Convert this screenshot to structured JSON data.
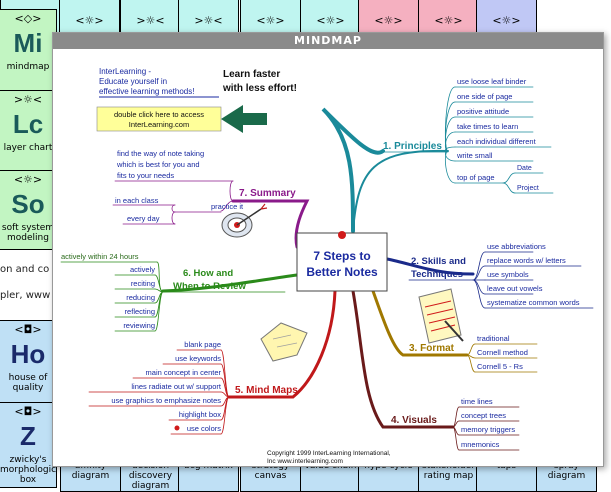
{
  "background": {
    "top_row": [
      {
        "glyph": "<◇>",
        "color": "#bff5f0"
      },
      {
        "glyph": "<☼>",
        "color": "#bff5f0"
      },
      {
        "glyph": ">☼<",
        "color": "#bff5f0"
      },
      {
        "glyph": ">☼<",
        "color": "#bff5f0"
      },
      {
        "glyph": "<☼>",
        "color": "#bff5f0"
      },
      {
        "glyph": "<☼>",
        "color": "#bff5f0"
      },
      {
        "glyph": "<☼>",
        "color": "#f5b0c0"
      },
      {
        "glyph": "<☼>",
        "color": "#f5b0c0"
      },
      {
        "glyph": "<☼>",
        "color": "#c0c8f5"
      }
    ],
    "left_column": [
      {
        "glyph": "<◇>",
        "symbol": "Mi",
        "name": "mindmap",
        "color": "#c2f5c2"
      },
      {
        "glyph": ">☼<",
        "symbol": "Lc",
        "name": "layer chart",
        "color": "#c2f5c2"
      },
      {
        "glyph": "<☼>",
        "symbol": "So",
        "name": "soft system modeling",
        "color": "#c2f5c2"
      },
      {
        "glyph": "<◘>",
        "symbol": "Ho",
        "name": "house of quality",
        "color": "#bfe0f5"
      },
      {
        "glyph": "<◘>",
        "symbol": "Z",
        "name": "zwicky's morphological box",
        "color": "#bfe0f5"
      }
    ],
    "bottom_row": [
      {
        "name": "affinity diagram",
        "color": "#bfe0f5"
      },
      {
        "name": "decision discovery diagram",
        "color": "#bfe0f5"
      },
      {
        "name": "bcg matrix",
        "color": "#bfe0f5"
      },
      {
        "name": "strategy canvas",
        "color": "#bfe0f5"
      },
      {
        "name": "value chain",
        "color": "#bfe0f5"
      },
      {
        "name": "hype cycle",
        "color": "#bfe0f5"
      },
      {
        "name": "stakeholder rating map",
        "color": "#bfe0f5"
      },
      {
        "name": "taps",
        "color": "#bfe0f5"
      },
      {
        "name": "spray diagram",
        "color": "#bfe0f5"
      }
    ],
    "text_fragment_1": "on and co",
    "text_fragment_2": "pler, www"
  },
  "window": {
    "title": "MINDMAP"
  },
  "mindmap": {
    "center": [
      "7 Steps to",
      "Better Notes"
    ],
    "intro": {
      "tagline": [
        "InterLearning -",
        "Educate yourself in",
        "effective learning methods!"
      ],
      "slogan": [
        "Learn faster",
        "with less effort!"
      ],
      "access_box": [
        "double click here to access",
        "InterLearning.com"
      ]
    },
    "branches": [
      {
        "id": "principles",
        "label": "1. Principles",
        "color": "#1a8a9a",
        "items": [
          "use loose leaf binder",
          "one side of page",
          "positive attitude",
          "take times to learn",
          "each individual different",
          "write small",
          "top of page"
        ],
        "sub_items": [
          "Date",
          "Project"
        ]
      },
      {
        "id": "skills",
        "label": [
          "2. Skills and",
          "Techniques"
        ],
        "color": "#1a2a8a",
        "items": [
          "use abbreviations",
          "replace words w/ letters",
          "use symbols",
          "leave out vowels",
          "systematize common words"
        ]
      },
      {
        "id": "format",
        "label": "3. Format",
        "color": "#a07800",
        "items": [
          "traditional",
          "Cornell method",
          "Cornell 5 - Rs"
        ]
      },
      {
        "id": "visuals",
        "label": "4. Visuals",
        "color": "#6a1a1a",
        "items": [
          "time lines",
          "concept trees",
          "memory triggers",
          "mnemonics"
        ]
      },
      {
        "id": "mindmaps",
        "label": "5. Mind Maps",
        "color": "#c0181a",
        "items": [
          "blank page",
          "use keywords",
          "main concept in center",
          "lines radiate out w/ support",
          "use graphics to emphasize notes",
          "highlight box",
          "use colors"
        ]
      },
      {
        "id": "review",
        "label": [
          "6. How and",
          "When to Review"
        ],
        "color": "#2a8a1a",
        "items": [
          "actively within 24 hours",
          "actively",
          "reciting",
          "reducing",
          "reflecting",
          "reviewing"
        ]
      },
      {
        "id": "summary",
        "label": "7. Summary",
        "color": "#8a1a8a",
        "items": [
          "find the way of note taking",
          "which is best for you and",
          "fits to your needs",
          "in each class",
          "practice it",
          "every day"
        ]
      }
    ],
    "copyright": [
      "Copyright 1999 InterLearning International,",
      "Inc www.interlearning.com"
    ]
  }
}
